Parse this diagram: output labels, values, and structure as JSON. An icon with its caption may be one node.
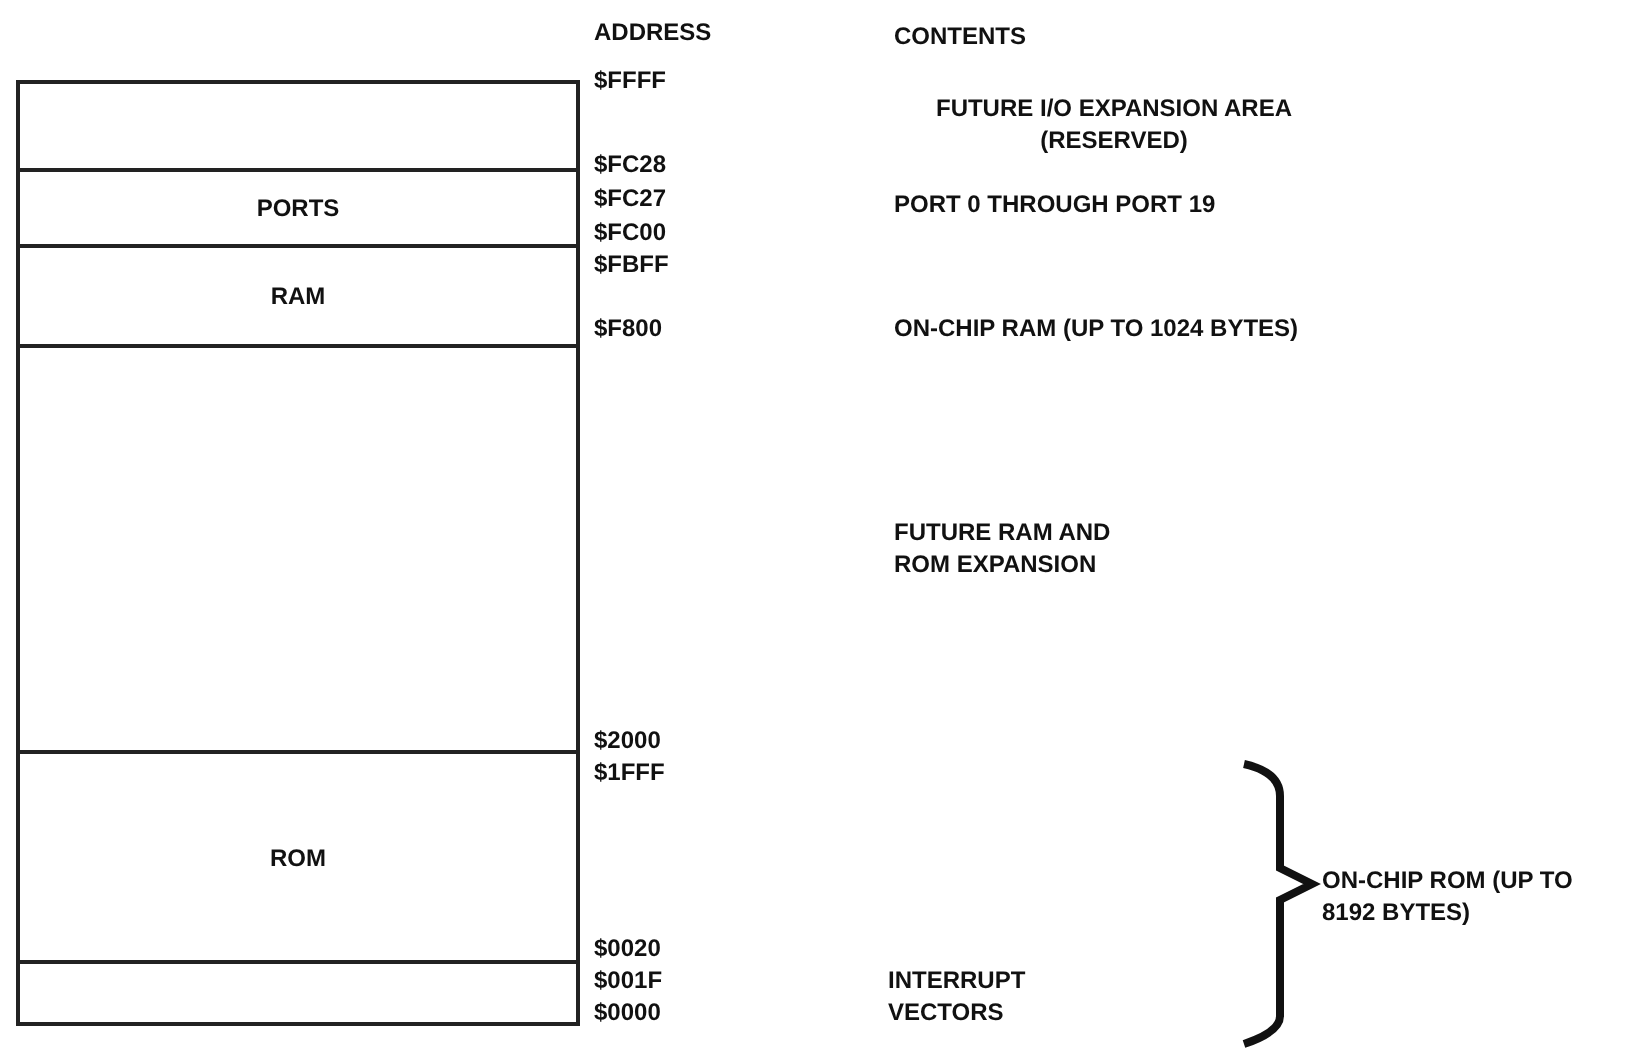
{
  "diagram": {
    "nodes": [
      {
        "text": [],
        "shape": "box"
      },
      {
        "text": [
          "PORTS"
        ]
      },
      {
        "text": [
          "RAM"
        ]
      },
      {
        "text": [],
        "shape": "box"
      },
      {
        "text": [
          "ROM"
        ]
      },
      {
        "text": [],
        "shape": "box"
      }
    ],
    "labels": [
      "ADDRESS",
      "CONTENTS",
      "$FFFF",
      "FUTURE I/O EXPANSION AREA (RESERVED)",
      "$FC28",
      "$FC27",
      "PORT 0 THROUGH PORT 19",
      "$FC00",
      "$FBFF",
      "$F800",
      "ON-CHIP RAM (UP TO 1024 BYTES)",
      "FUTURE RAM AND ROM EXPANSION",
      "$2000",
      "$1FFF",
      "ON-CHIP ROM (UP TO 8192 BYTES)",
      "$0020",
      "$001F",
      "INTERRUPT VECTORS",
      "$0000"
    ]
  }
}
